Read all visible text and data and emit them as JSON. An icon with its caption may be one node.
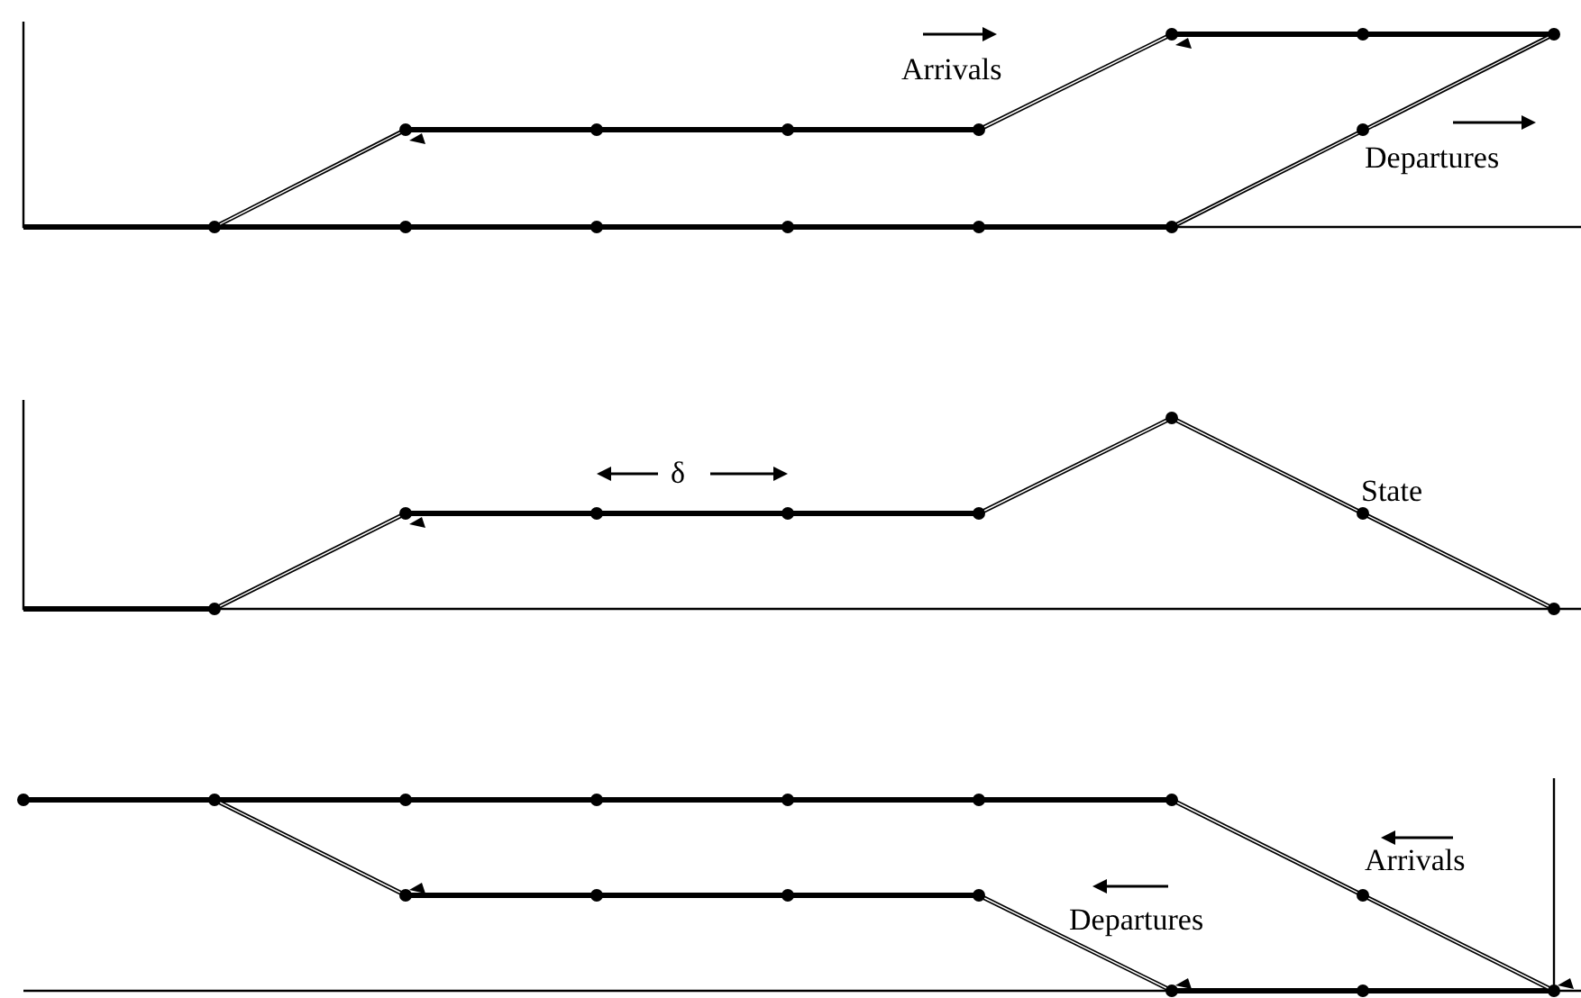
{
  "diagram": {
    "labels": [
      "Arrivals",
      "Departures",
      "δ",
      "State",
      "Arrivals",
      "Departures"
    ]
  }
}
